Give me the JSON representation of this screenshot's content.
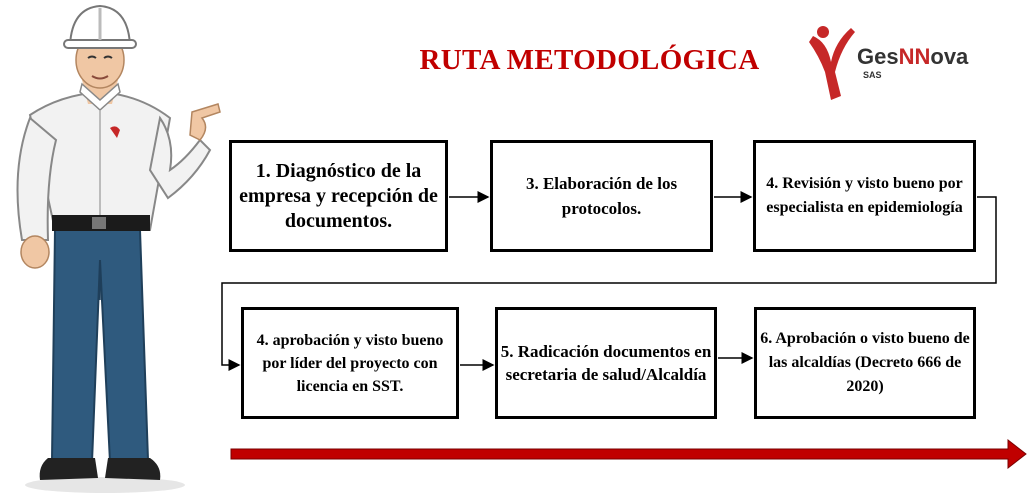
{
  "title": "RUTA METODOLÓGICA",
  "logo": {
    "text_prefix": "Ges",
    "text_highlight": "NN",
    "text_suffix": "ova",
    "sub": "SAS"
  },
  "steps": [
    {
      "label": "1. Diagnóstico de la empresa y recepción de documentos."
    },
    {
      "label": "3. Elaboración de los protocolos."
    },
    {
      "label": "4. Revisión y visto bueno por especialista en epidemiología"
    },
    {
      "label": "4. aprobación y visto bueno por líder del proyecto con licencia en SST."
    },
    {
      "label": "5. Radicación documentos en secretaria de salud/Alcaldía"
    },
    {
      "label": "6. Aprobación o visto bueno de las alcaldías (Decreto 666 de 2020)"
    }
  ],
  "colors": {
    "title": "#c00000",
    "arrow": "#c00000",
    "border": "#000000",
    "shirt": "#f2f2f2",
    "pants": "#2f5a7e"
  },
  "icons": {
    "person": "engineer-illustration",
    "logo": "gesnnova-logo"
  }
}
